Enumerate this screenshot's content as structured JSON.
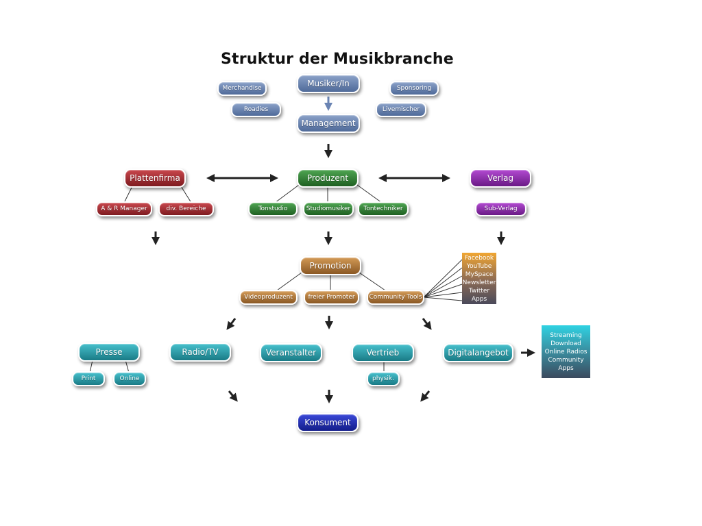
{
  "title": "Struktur der Musikbranche",
  "colors": {
    "blue": "#6a84b3",
    "red": "#a8303a",
    "green": "#2f8a34",
    "purple": "#8e2fae",
    "brown": "#b07a3c",
    "teal": "#2aa0ad",
    "navy": "#1f2ab8",
    "arrow": "#222222"
  },
  "nodes": {
    "musiker": "Musiker/In",
    "merchandise": "Merchandise",
    "sponsoring": "Sponsoring",
    "roadies": "Roadies",
    "livemischer": "Livemischer",
    "management": "Management",
    "plattenfirma": "Plattenfirma",
    "ar_manager": "A & R Manager",
    "div_bereiche": "div. Bereiche",
    "produzent": "Produzent",
    "tonstudio": "Tonstudio",
    "studiomusiker": "Studiomusiker",
    "tontechniker": "Tontechniker",
    "verlag": "Verlag",
    "sub_verlag": "Sub-Verlag",
    "promotion": "Promotion",
    "videoproduzent": "Videoproduzent",
    "freier_promoter": "freier Promoter",
    "community_tools": "Community Tools",
    "presse": "Presse",
    "print": "Print",
    "online": "Online",
    "radio_tv": "Radio/TV",
    "veranstalter": "Veranstalter",
    "vertrieb": "Vertrieb",
    "physik": "physik.",
    "digitalangebot": "Digitalangebot",
    "konsument": "Konsument"
  },
  "social_list": [
    "Facebook",
    "YouTube",
    "MySpace",
    "Newsletter",
    "Twitter",
    "Apps"
  ],
  "digital_list": [
    "Streaming",
    "Download",
    "Online Radios",
    "Community",
    "Apps"
  ]
}
